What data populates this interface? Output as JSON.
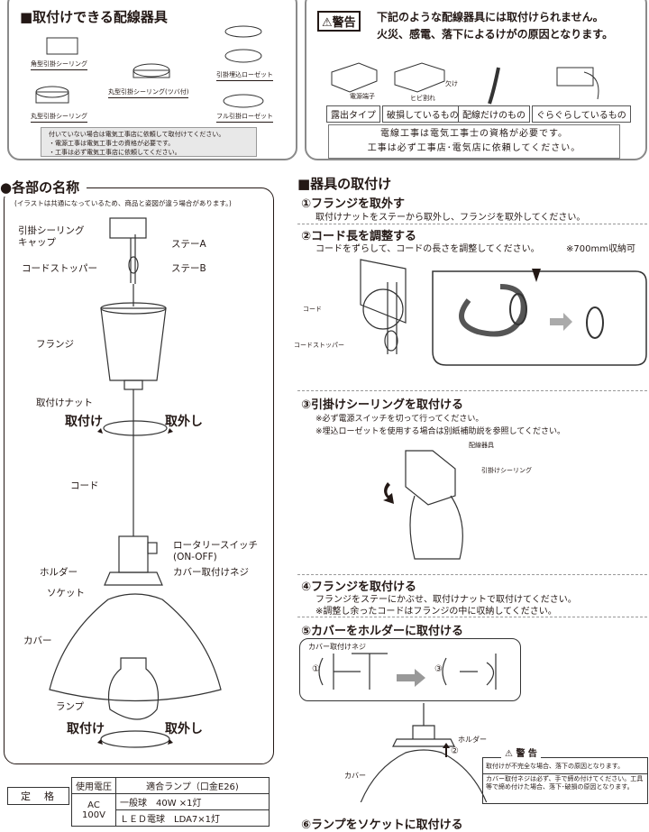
{
  "compatible": {
    "title": "■取付けできる配線器具",
    "items": [
      "角型引掛シーリング",
      "丸型引掛シーリング(ツバ付)",
      "引掛埋込ローゼット",
      "丸型引掛シーリング",
      "フル引掛ローゼット"
    ],
    "note": [
      "付いていない場合は電気工事店に依頼して取付けてください。",
      "・電源工事は電気工事士の資格が必要です。",
      "・工事は必ず電気工事店に依頼してください。"
    ]
  },
  "warning": {
    "badge": "警告",
    "line1": "下記のような配線器具には取付けられません。",
    "line2": "火災、感電、落下によるけがの原因となります。",
    "callouts": [
      "電源端子",
      "欠け",
      "ヒビ割れ"
    ],
    "types": [
      "露出タイプ",
      "破損しているもの",
      "配線だけのもの",
      "ぐらぐらしているもの"
    ],
    "note": [
      "電線工事は電気工事士の資格が必要です。",
      "工事は必ず工事店･電気店に依頼してください。"
    ]
  },
  "parts": {
    "title": "●各部の名称",
    "subtitle": "(イラストは共通になっているため、商品と姿図が違う場合があります。)",
    "labels": {
      "cap1": "引掛シーリング",
      "cap2": "キャップ",
      "stay_a": "ステーA",
      "stopper": "コードストッパー",
      "stay_b": "ステーB",
      "flange": "フランジ",
      "nut": "取付けナット",
      "attach": "取付け",
      "detach": "取外し",
      "cord": "コード",
      "switch1": "ロータリースイッチ",
      "switch2": "(ON-OFF)",
      "holder": "ホルダー",
      "screw": "カバー取付けネジ",
      "socket": "ソケット",
      "cover": "カバー",
      "lamp": "ランプ",
      "attach2": "取付け",
      "detach2": "取外し"
    }
  },
  "rating": {
    "label": "定　格",
    "headers": [
      "使用電圧",
      "適合ランプ（口金E26)"
    ],
    "voltage": "AC 100V",
    "rows": [
      "一般球　40W ×1灯",
      "ＬＥＤ電球　LDA7×1灯"
    ]
  },
  "install": {
    "title": "■器具の取付け",
    "steps": [
      {
        "title": "①フランジを取外す",
        "lines": [
          "取付けナットをステーから取外し、フランジを取外してください。"
        ]
      },
      {
        "title": "②コード長を調整する",
        "lines": [
          "コードをずらして、コードの長さを調整してください。"
        ],
        "extra": "※700mm収納可",
        "labels": [
          "コード",
          "コードストッパー"
        ]
      },
      {
        "title": "③引掛けシーリングを取付ける",
        "lines": [
          "※必ず電源スイッチを切って行ってください。",
          "※埋込ローゼットを使用する場合は別紙補助説を参照してください。"
        ],
        "labels": [
          "配線器具",
          "引掛けシーリング"
        ]
      },
      {
        "title": "④フランジを取付ける",
        "lines": [
          "フランジをステーにかぶせ、取付けナットで取付けてください。",
          "※調整し余ったコードはフランジの中に収納してください。"
        ]
      },
      {
        "title": "⑤カバーをホルダーに取付ける",
        "labels": [
          "カバー取付けネジ",
          "①",
          "③",
          "ホルダー",
          "②",
          "カバー"
        ]
      },
      {
        "title": "⑥ランプをソケットに取付ける"
      }
    ],
    "caution": {
      "title": "⚠ 警 告",
      "line1": "取付けが不完全な場合、落下の原因となります。",
      "line2": "カバー取付ネジは必ず、手で締め付けてください。工具等で締め付けた場合、落下･破損の原因となります。"
    }
  }
}
